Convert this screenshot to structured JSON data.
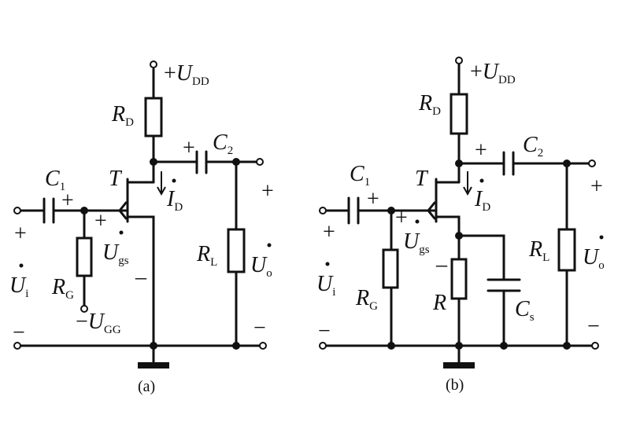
{
  "circuit_a": {
    "vdd_prefix": "+",
    "vdd_symbol": "U",
    "vdd_sub": "DD",
    "rd_symbol": "R",
    "rd_sub": "D",
    "plus_drain": "+",
    "c2_symbol": "C",
    "c2_sub": "2",
    "plus_out": "+",
    "c1_symbol": "C",
    "c1_sub": "1",
    "plus_c1": "+",
    "transistor_label": "T",
    "id_symbol": "I",
    "id_sub": "D",
    "plus_gs": "+",
    "plus_in": "+",
    "ugs_symbol": "U",
    "ugs_sub": "gs",
    "minus_gs": "_",
    "rl_symbol": "R",
    "rl_sub": "L",
    "uo_symbol": "U",
    "uo_sub": "o",
    "rg_symbol": "R",
    "rg_sub": "G",
    "ui_symbol": "U",
    "ui_sub": "i",
    "vgg_prefix": "−",
    "vgg_symbol": "U",
    "vgg_sub": "GG",
    "minus_in": "−",
    "minus_out": "−",
    "caption": "(a)"
  },
  "circuit_b": {
    "vdd_prefix": "+",
    "vdd_symbol": "U",
    "vdd_sub": "DD",
    "rd_symbol": "R",
    "rd_sub": "D",
    "plus_drain": "+",
    "c2_symbol": "C",
    "c2_sub": "2",
    "plus_out": "+",
    "c1_symbol": "C",
    "c1_sub": "1",
    "plus_c1": "+",
    "transistor_label": "T",
    "id_symbol": "I",
    "id_sub": "D",
    "plus_gs": "+",
    "plus_in": "+",
    "ugs_symbol": "U",
    "ugs_sub": "gs",
    "minus_gs": "_",
    "rl_symbol": "R",
    "rl_sub": "L",
    "uo_symbol": "U",
    "uo_sub": "o",
    "ui_symbol": "U",
    "ui_sub": "i",
    "rg_symbol": "R",
    "rg_sub": "G",
    "r_symbol": "R",
    "cs_symbol": "C",
    "cs_sub": "s",
    "minus_in": "−",
    "minus_out": "−",
    "caption": "(b)"
  }
}
